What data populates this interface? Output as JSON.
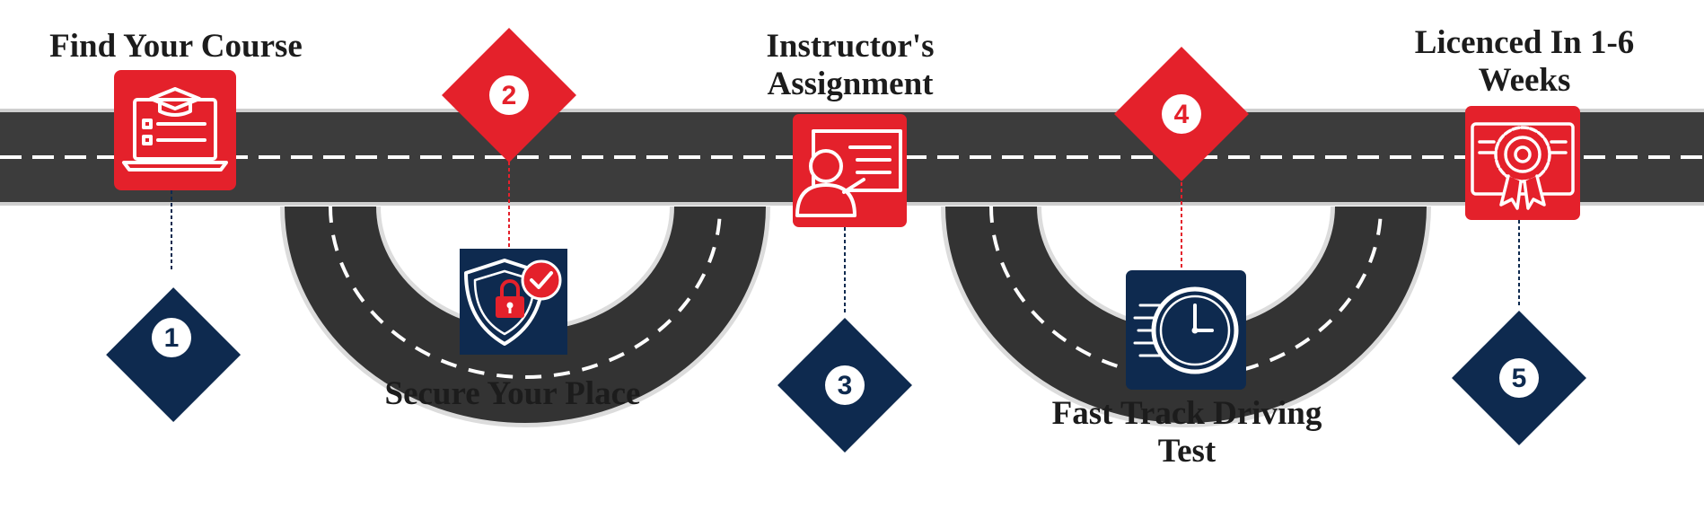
{
  "colors": {
    "road": "#3c3c3c",
    "road_dark": "#2b2b2b",
    "lane": "#ffffff",
    "red": "#e4212b",
    "navy": "#0e2a4f",
    "text": "#1c1c1c"
  },
  "steps": [
    {
      "number": "1",
      "title": "Find Your Course",
      "icon": "laptop-graduation-cap-icon",
      "icon_color": "red",
      "badge_color": "navy"
    },
    {
      "number": "2",
      "title": "Secure Your Place",
      "icon": "shield-lock-check-icon",
      "icon_color": "navy",
      "badge_color": "red"
    },
    {
      "number": "3",
      "title": "Instructor's Assignment",
      "icon": "instructor-board-icon",
      "icon_color": "red",
      "badge_color": "navy"
    },
    {
      "number": "4",
      "title": "Fast Track Driving Test",
      "icon": "fast-clock-icon",
      "icon_color": "navy",
      "badge_color": "red"
    },
    {
      "number": "5",
      "title": "Licenced In 1-6 Weeks",
      "icon": "certificate-award-icon",
      "icon_color": "red",
      "badge_color": "navy"
    }
  ]
}
